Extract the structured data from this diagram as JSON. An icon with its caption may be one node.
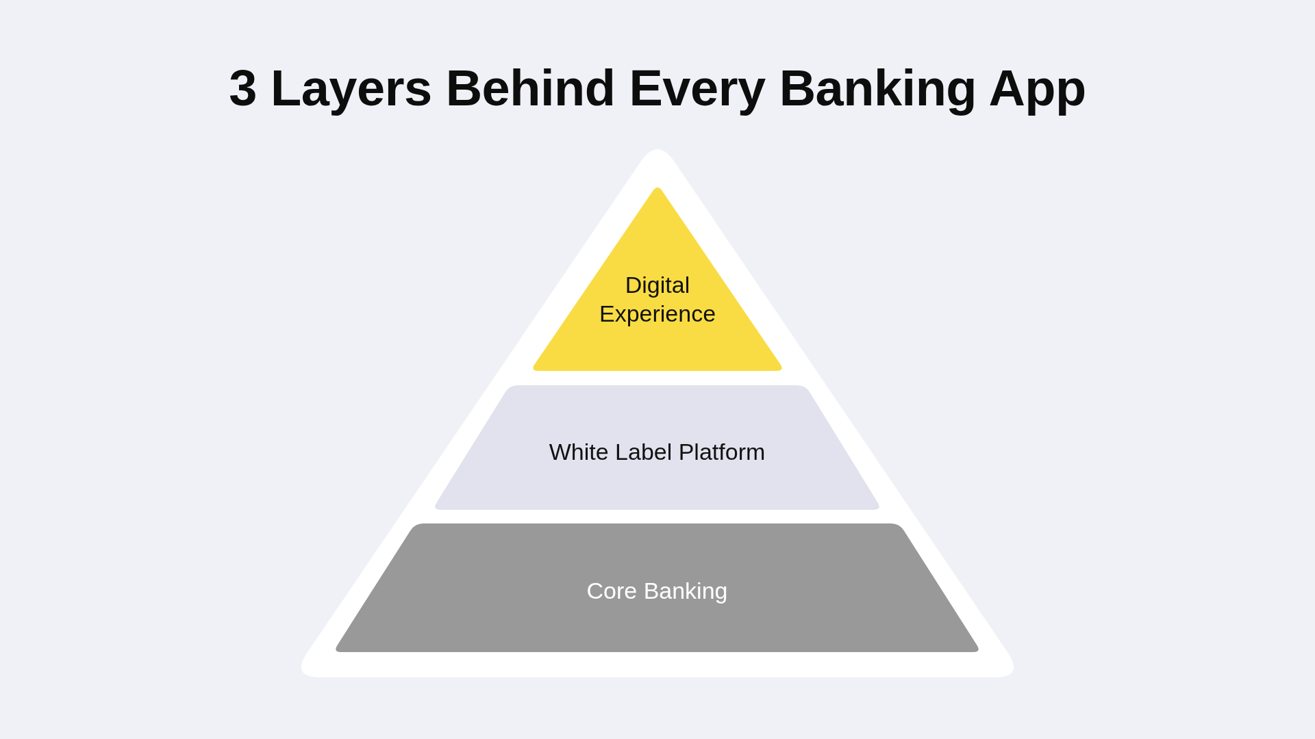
{
  "diagram": {
    "title": "3 Layers Behind Every Banking App",
    "nodes": [
      {
        "text": [
          "Digital Experience"
        ]
      },
      {
        "text": [
          "White Label Platform"
        ]
      },
      {
        "text": [
          "Core Banking"
        ]
      }
    ]
  }
}
